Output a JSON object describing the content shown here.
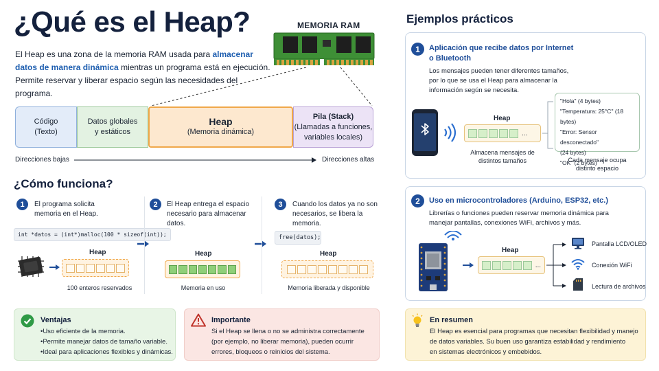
{
  "title": "¿Qué es el Heap?",
  "intro": {
    "p1_pre": "El Heap es una zona de la memoria RAM usada para ",
    "p1_hl": "almacenar datos de manera dinámica",
    "p1_post": " mientras un programa está en ejecución.",
    "p2": "Permite reservar y liberar espacio según las necesidades del programa."
  },
  "ram_label": "MEMORIA RAM",
  "memory_map": {
    "code_title": "Código",
    "code_sub": "(Texto)",
    "globals_title": "Datos globales",
    "globals_sub": "y estáticos",
    "heap_title": "Heap",
    "heap_sub": "(Memoria dinámica)",
    "stack_title": "Pila (Stack)",
    "stack_sub1": "(Llamadas a funciones,",
    "stack_sub2": "variables locales)",
    "addr_low": "Direcciones bajas",
    "addr_high": "Direcciones altas"
  },
  "how": {
    "heading": "¿Cómo funciona?",
    "steps": [
      {
        "num": "1",
        "l1": "El programa solicita",
        "l2": "memoria en el Heap.",
        "l3": "",
        "code": "int *datos = (int*)malloc(100 * sizeof(int));",
        "heap": "Heap",
        "caption": "100 enteros reservados"
      },
      {
        "num": "2",
        "l1": "El Heap entrega el espacio",
        "l2": "necesario para almacenar",
        "l3": "datos.",
        "code": "",
        "heap": "Heap",
        "caption": "Memoria en uso"
      },
      {
        "num": "3",
        "l1": "Cuando los datos ya no son",
        "l2": "necesarios, se libera la",
        "l3": "memoria.",
        "code": "free(datos);",
        "heap": "Heap",
        "caption": "Memoria liberada y disponible"
      }
    ]
  },
  "ventajas": {
    "title": "Ventajas",
    "items": [
      "•Uso eficiente de la memoria.",
      "•Permite manejar datos de tamaño variable.",
      "•Ideal para aplicaciones flexibles y dinámicas."
    ]
  },
  "importante": {
    "title": "Importante",
    "l1": "Si el Heap se llena o no se administra correctamente",
    "l2": "(por ejemplo, no liberar memoria), pueden ocurrir",
    "l3": "errores, bloqueos o reinicios del sistema."
  },
  "examples": {
    "heading": "Ejemplos prácticos",
    "ex1": {
      "num": "1",
      "title1": "Aplicación que recibe datos por Internet",
      "title2": "o Bluetooth",
      "b1": "Los mensajes pueden tener diferentes tamaños,",
      "b2": "por lo que se usa el Heap para almacenar la",
      "b3": "información según se necesita.",
      "heap": "Heap",
      "ellipsis": "...",
      "cap1": "Almacena mensajes de",
      "cap2": "distintos tamaños",
      "messages": [
        "\"Hola\" (4 bytes)",
        "\"Temperatura: 25°C\" (18 bytes)",
        "\"Error: Sensor desconectado\"",
        "(24 bytes)",
        "\"OK\" (2 bytes)"
      ],
      "msgcap1": "Cada mensaje ocupa",
      "msgcap2": "distinto espacio"
    },
    "ex2": {
      "num": "2",
      "title": "Uso en microcontroladores (Arduino, ESP32, etc.)",
      "b1": "Librerías o funciones pueden reservar memoria dinámica para",
      "b2": "manejar pantallas, conexiones WiFi, archivos y más.",
      "heap": "Heap",
      "ellipsis": "...",
      "out1": "Pantalla LCD/OLED",
      "out2": "Conexión WiFi",
      "out3": "Lectura de archivos"
    }
  },
  "resumen": {
    "title": "En resumen",
    "l1": "El Heap es esencial para programas que necesitan flexibilidad y manejo",
    "l2": "de datos variables. Su buen uso garantiza estabilidad y rendimiento",
    "l3": "en sistemas electrónicos y embebidos."
  },
  "colors": {
    "navy": "#14213d",
    "accent_blue": "#1f4e99",
    "heap_orange": "#f0a84a",
    "used_green": "#8fcf79"
  }
}
